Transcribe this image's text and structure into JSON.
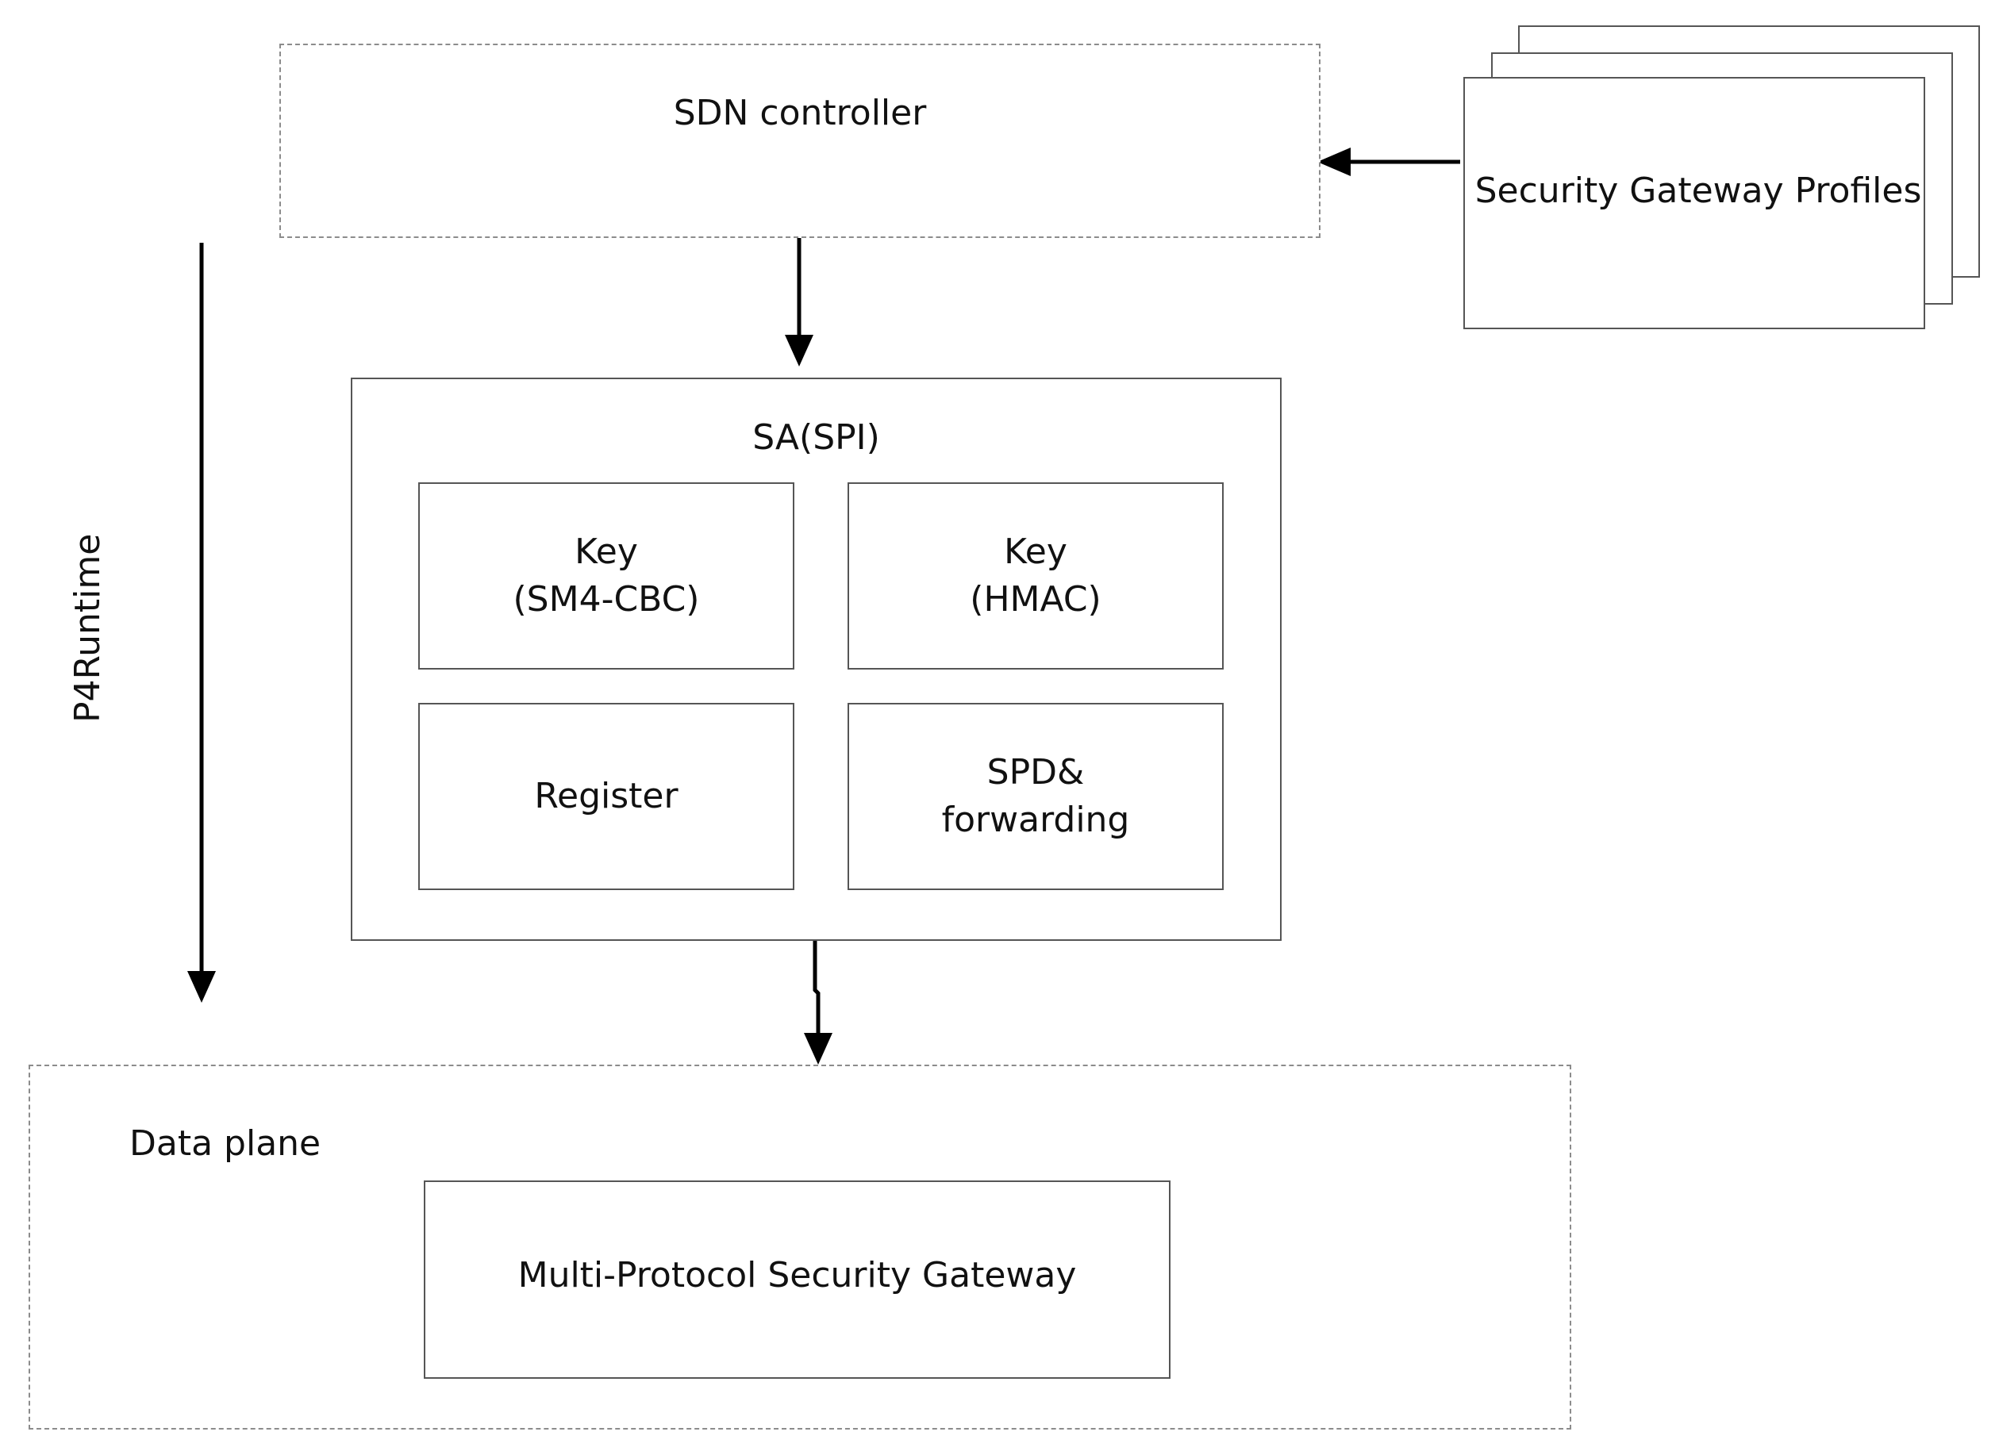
{
  "sdn_controller": {
    "label": "SDN controller"
  },
  "profiles": {
    "label": "Security Gateway Profiles"
  },
  "sa": {
    "title": "SA(SPI)",
    "cells": [
      {
        "line1": "Key",
        "line2": "(SM4-CBC)"
      },
      {
        "line1": "Key",
        "line2": "(HMAC)"
      },
      {
        "line1": "Register",
        "line2": ""
      },
      {
        "line1": "SPD&",
        "line2": "forwarding"
      }
    ]
  },
  "p4runtime": {
    "label": "P4Runtime"
  },
  "data_plane": {
    "label": "Data plane",
    "gateway": {
      "label": "Multi-Protocol Security Gateway"
    }
  }
}
